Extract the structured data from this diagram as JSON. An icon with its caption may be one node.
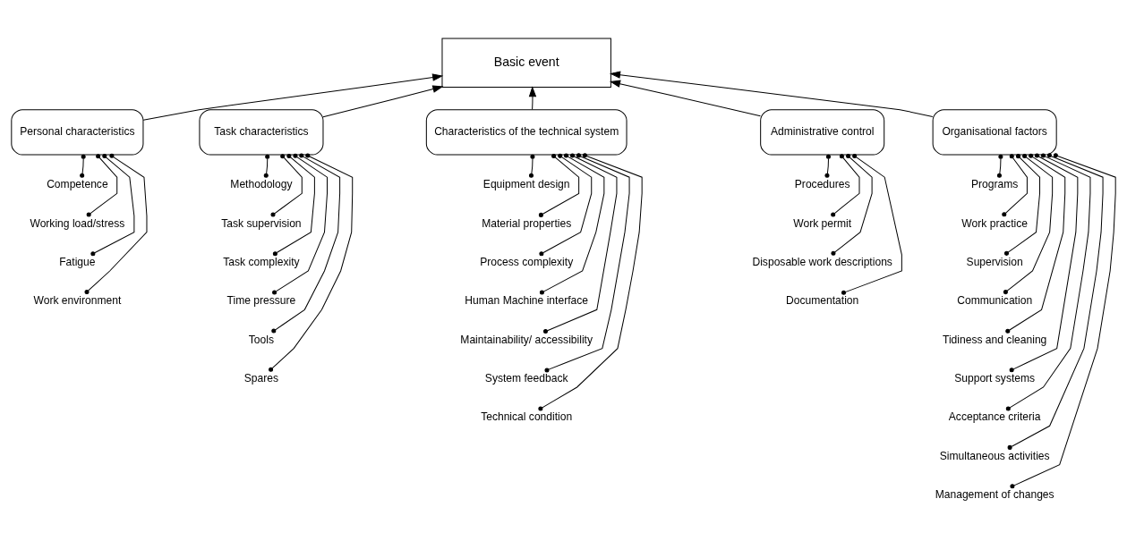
{
  "diagram": {
    "nodes": [
      {
        "text": [
          "Basic event"
        ]
      },
      {
        "text": [
          "Personal characteristics"
        ]
      },
      {
        "text": [
          "Task characteristics"
        ]
      },
      {
        "text": [
          "Characteristics of the technical system"
        ]
      },
      {
        "text": [
          "Administrative control"
        ]
      },
      {
        "text": [
          "Organisational factors"
        ]
      },
      {
        "text": [
          "Competence"
        ]
      },
      {
        "text": [
          "Working load/stress"
        ]
      },
      {
        "text": [
          "Fatigue"
        ]
      },
      {
        "text": [
          "Work environment"
        ]
      },
      {
        "text": [
          "Methodology"
        ]
      },
      {
        "text": [
          "Task supervision"
        ]
      },
      {
        "text": [
          "Task complexity"
        ]
      },
      {
        "text": [
          "Time pressure"
        ]
      },
      {
        "text": [
          "Tools"
        ]
      },
      {
        "text": [
          "Spares"
        ]
      },
      {
        "text": [
          "Equipment design"
        ]
      },
      {
        "text": [
          "Material properties"
        ]
      },
      {
        "text": [
          "Process complexity"
        ]
      },
      {
        "text": [
          "Human Machine interface"
        ]
      },
      {
        "text": [
          "Maintainability/ accessibility"
        ]
      },
      {
        "text": [
          "System feedback"
        ]
      },
      {
        "text": [
          "Technical condition"
        ]
      },
      {
        "text": [
          "Procedures"
        ]
      },
      {
        "text": [
          "Work permit"
        ]
      },
      {
        "text": [
          "Disposable work descriptions"
        ]
      },
      {
        "text": [
          "Documentation"
        ]
      },
      {
        "text": [
          "Programs"
        ]
      },
      {
        "text": [
          "Work practice"
        ]
      },
      {
        "text": [
          "Supervision"
        ]
      },
      {
        "text": [
          "Communication"
        ]
      },
      {
        "text": [
          "Tidiness and cleaning"
        ]
      },
      {
        "text": [
          "Support systems"
        ]
      },
      {
        "text": [
          "Acceptance criteria"
        ]
      },
      {
        "text": [
          "Simultaneous activities"
        ]
      },
      {
        "text": [
          "Management of changes"
        ]
      }
    ],
    "edges": [
      {
        "from": 1,
        "to": 0,
        "arrow": "to"
      },
      {
        "from": 2,
        "to": 0,
        "arrow": "to"
      },
      {
        "from": 3,
        "to": 0,
        "arrow": "to"
      },
      {
        "from": 4,
        "to": 0,
        "arrow": "to"
      },
      {
        "from": 5,
        "to": 0,
        "arrow": "to"
      },
      {
        "from": 1,
        "to": 6,
        "arrow": "other"
      },
      {
        "from": 1,
        "to": 7,
        "arrow": "other"
      },
      {
        "from": 1,
        "to": 8,
        "arrow": "other"
      },
      {
        "from": 1,
        "to": 9,
        "arrow": "other"
      },
      {
        "from": 2,
        "to": 10,
        "arrow": "other"
      },
      {
        "from": 2,
        "to": 11,
        "arrow": "other"
      },
      {
        "from": 2,
        "to": 12,
        "arrow": "other"
      },
      {
        "from": 2,
        "to": 13,
        "arrow": "other"
      },
      {
        "from": 2,
        "to": 14,
        "arrow": "other"
      },
      {
        "from": 2,
        "to": 15,
        "arrow": "other"
      },
      {
        "from": 3,
        "to": 16,
        "arrow": "other"
      },
      {
        "from": 3,
        "to": 17,
        "arrow": "other"
      },
      {
        "from": 3,
        "to": 18,
        "arrow": "other"
      },
      {
        "from": 3,
        "to": 19,
        "arrow": "other"
      },
      {
        "from": 3,
        "to": 20,
        "arrow": "other"
      },
      {
        "from": 3,
        "to": 21,
        "arrow": "other"
      },
      {
        "from": 3,
        "to": 22,
        "arrow": "other"
      },
      {
        "from": 4,
        "to": 23,
        "arrow": "other"
      },
      {
        "from": 4,
        "to": 24,
        "arrow": "other"
      },
      {
        "from": 4,
        "to": 25,
        "arrow": "other"
      },
      {
        "from": 4,
        "to": 26,
        "arrow": "other"
      },
      {
        "from": 5,
        "to": 27,
        "arrow": "other"
      },
      {
        "from": 5,
        "to": 28,
        "arrow": "other"
      },
      {
        "from": 5,
        "to": 29,
        "arrow": "other"
      },
      {
        "from": 5,
        "to": 30,
        "arrow": "other"
      },
      {
        "from": 5,
        "to": 31,
        "arrow": "other"
      },
      {
        "from": 5,
        "to": 32,
        "arrow": "other"
      },
      {
        "from": 5,
        "to": 33,
        "arrow": "other"
      },
      {
        "from": 5,
        "to": 34,
        "arrow": "other"
      },
      {
        "from": 5,
        "to": 35,
        "arrow": "other"
      }
    ]
  }
}
